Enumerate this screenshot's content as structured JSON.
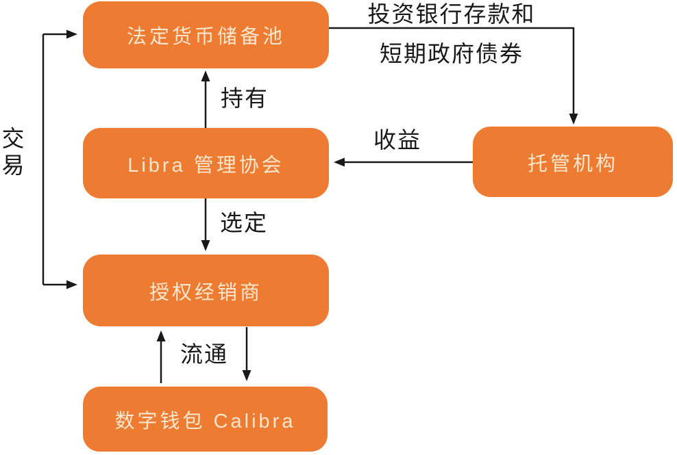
{
  "diagram": {
    "description": "Libra ecosystem flow diagram",
    "nodes": {
      "fiat_reserve": {
        "label": "法定货币储备池"
      },
      "association": {
        "label": "Libra 管理协会"
      },
      "dealers": {
        "label": "授权经销商"
      },
      "wallet": {
        "label": "数字钱包 Calibra"
      },
      "custodian": {
        "label": "托管机构"
      }
    },
    "edges": {
      "invest_line1": "投资银行存款和",
      "invest_line2": "短期政府债券",
      "hold": "持有",
      "income": "收益",
      "select": "选定",
      "trade": "交易",
      "circulate": "流通"
    },
    "colors": {
      "node_fill": "#ED7B31",
      "node_text": "#F9E7CF",
      "arrow": "#191919",
      "background": "#FFFFFF"
    }
  }
}
